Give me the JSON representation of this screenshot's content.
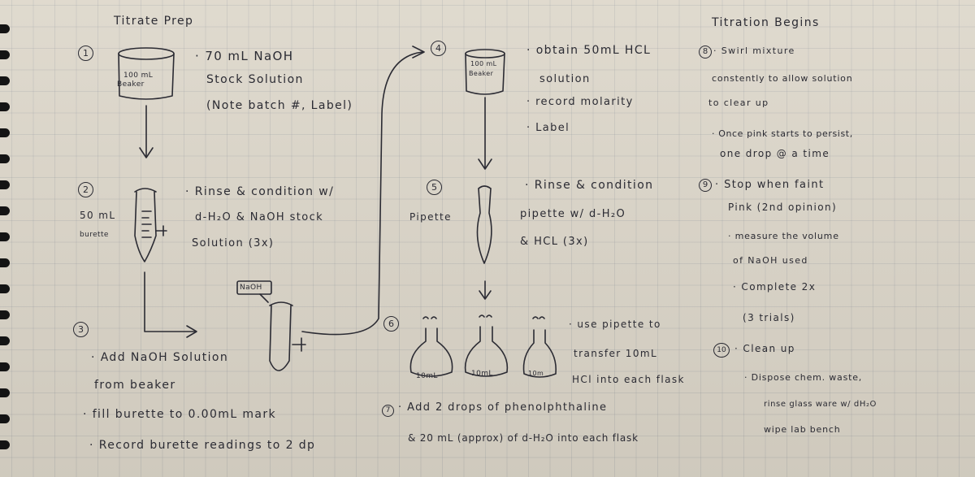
{
  "sections": {
    "prep_title": "Titrate Prep",
    "titration_title": "Titration Begins"
  },
  "steps": {
    "n1": "1",
    "n2": "2",
    "n3": "3",
    "n4": "4",
    "n5": "5",
    "n6": "6",
    "n7": "7",
    "n8": "8",
    "n9": "9",
    "n10": "10"
  },
  "labels": {
    "beaker1_line1": "100 mL",
    "beaker1_line2": "Beaker",
    "beaker4_line1": "100 mL",
    "beaker4_line2": "Beaker",
    "burette_vol": "50 mL",
    "burette_word": "burette",
    "naoh_tag": "NaOH",
    "pipette_word": "Pipette",
    "flask1": "10mL",
    "flask2": "10mL",
    "flask3": "10m"
  },
  "notes": {
    "s1_l1": "· 70 mL NaOH",
    "s1_l2": "Stock Solution",
    "s1_l3": "(Note batch #, Label)",
    "s2_l1": "· Rinse & condition w/",
    "s2_l2": "d-H₂O & NaOH stock",
    "s2_l3": "Solution (3x)",
    "s3_l1": "· Add NaOH Solution",
    "s3_l2": "from beaker",
    "s3_l3": "· fill burette to  0.00mL mark",
    "s3_l4": "· Record burette readings to 2 dp",
    "s4_l1": "· obtain 50mL HCL",
    "s4_l2": "solution",
    "s4_l3": "· record molarity",
    "s4_l4": "· Label",
    "s5_l1": "· Rinse & condition",
    "s5_l2": "pipette w/ d-H₂O",
    "s5_l3": "& HCL (3x)",
    "s6_l1": "· use pipette to",
    "s6_l2": "transfer 10mL",
    "s6_l3": "HCl into each flask",
    "s7_l1": "· Add 2 drops of phenolphthaline",
    "s7_l2": "& 20 mL (approx) of d-H₂O into each flask",
    "s8_l1": "· Swirl mixture",
    "s8_l2": "constently to allow solution",
    "s8_l3": "to clear up",
    "s8_l4": "· Once pink starts to persist,",
    "s8_l5": "one drop @ a time",
    "s9_l1": "· Stop when faint",
    "s9_l2": "Pink (2nd opinion)",
    "s9_l3": "· measure the volume",
    "s9_l4": "of NaOH used",
    "s9_l5": "· Complete 2x",
    "s9_l6": "(3 trials)",
    "s10_l1": "· Clean up",
    "s10_l2": "· Dispose chem. waste,",
    "s10_l3": "rinse glass ware w/ dH₂O",
    "s10_l4": "wipe lab bench"
  },
  "colors": {
    "paper": "#dcd6c9",
    "ink": "#2b2b33",
    "grid": "#8a929a"
  }
}
